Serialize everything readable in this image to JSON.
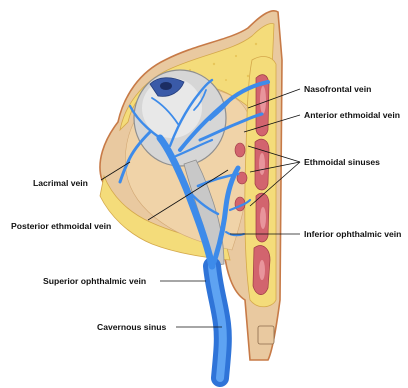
{
  "labels": {
    "nasofrontal_vein": "Nasofrontal vein",
    "anterior_ethmoidal_vein": "Anterior ethmoidal vein",
    "ethmoidal_sinuses": "Ethmoidal sinuses",
    "lacrimal_vein": "Lacrimal vein",
    "posterior_ethmoidal_vein": "Posterior ethmoidal vein",
    "inferior_ophthalmic_vein": "Inferior ophthalmic vein",
    "superior_ophthalmic_vein": "Superior ophthalmic vein",
    "cavernous_sinus": "Cavernous sinus"
  },
  "colors": {
    "vein_blue": "#3d8bea",
    "vein_dark": "#1e5cc0",
    "bone_yellow": "#f4dc7a",
    "fat_beige": "#f0d3a8",
    "sinus_red": "#d2646e",
    "globe_gray": "#d6d6d6",
    "iris_blue": "#3a5aa8",
    "skin_brown": "#c77a47"
  }
}
